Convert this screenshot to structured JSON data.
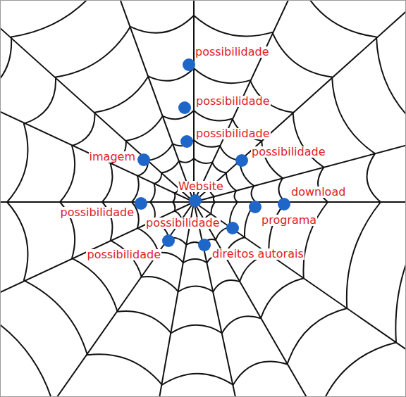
{
  "diagram": {
    "nodes": [
      {
        "text": [
          "possibilidade"
        ]
      },
      {
        "text": [
          "possibilidade"
        ]
      },
      {
        "text": [
          "possibilidade"
        ]
      },
      {
        "text": [
          "imagem"
        ]
      },
      {
        "text": [
          "possibilidade"
        ]
      },
      {
        "text": [
          "Website"
        ]
      },
      {
        "text": [
          "download"
        ]
      },
      {
        "text": [
          "possibilidade"
        ]
      },
      {
        "text": [
          "programa"
        ]
      },
      {
        "text": [
          "possibilidade"
        ]
      },
      {
        "text": [
          "possibilidade"
        ]
      },
      {
        "text": [
          "direitos autorais"
        ]
      }
    ]
  }
}
